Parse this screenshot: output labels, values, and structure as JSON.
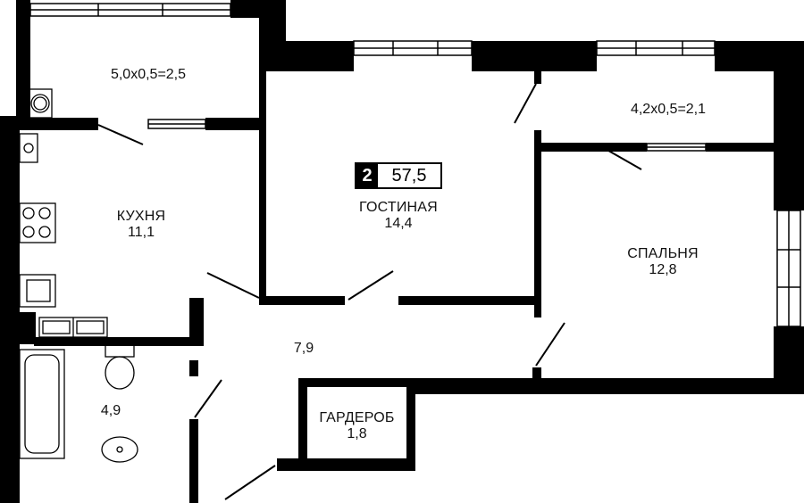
{
  "apartment": {
    "rooms": "2",
    "total_area": "57,5"
  },
  "rooms": {
    "balcony_left": {
      "area": "5,0х0,5=2,5"
    },
    "kitchen": {
      "name": "КУХНЯ",
      "area": "11,1"
    },
    "living": {
      "name": "ГОСТИНАЯ",
      "area": "14,4"
    },
    "balcony_right": {
      "area": "4,2х0,5=2,1"
    },
    "bedroom": {
      "name": "СПАЛЬНЯ",
      "area": "12,8"
    },
    "hall": {
      "area": "7,9"
    },
    "bathroom": {
      "area": "4,9"
    },
    "wardrobe": {
      "name": "ГАРДЕРОБ",
      "area": "1,8"
    }
  },
  "colors": {
    "wall": "#000000",
    "background": "#ffffff"
  }
}
